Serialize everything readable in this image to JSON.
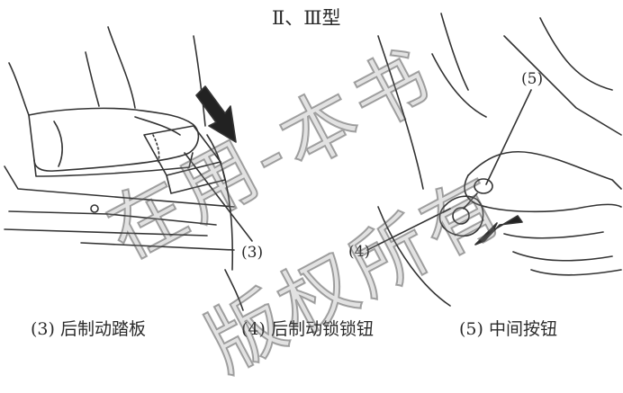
{
  "title": "Ⅱ、Ⅲ型",
  "callouts": {
    "rear_brake_pedal_num": "(3)",
    "lock_button_num": "(4)",
    "middle_button_num": "(5)"
  },
  "captions": {
    "rear_brake_pedal": "(3) 后制动踏板",
    "rear_brake_lock_button": "(4) 后制动锁锁钮",
    "middle_button": "(5) 中间按钮"
  },
  "watermark": {
    "line1": "在用-本书",
    "line2": "版权所有"
  },
  "colors": {
    "ink": "#2a2a2a",
    "watermark": "#8c8c8c"
  }
}
